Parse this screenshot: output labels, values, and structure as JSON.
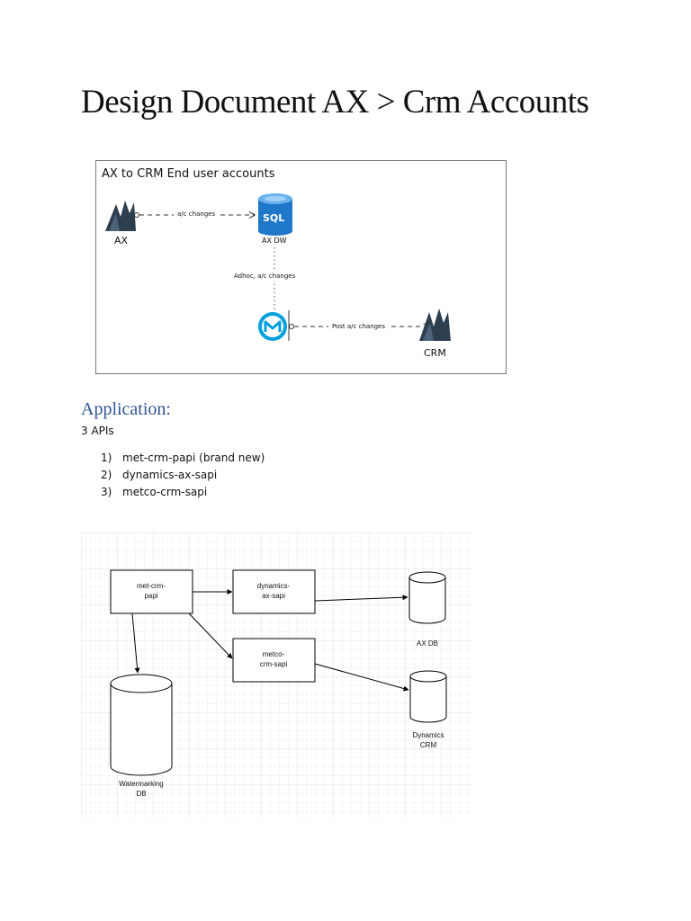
{
  "document": {
    "title": "Design Document AX > Crm Accounts"
  },
  "figure1": {
    "heading": "AX to CRM End user accounts",
    "nodes": {
      "ax_label": "AX",
      "sql_badge": "SQL",
      "axdw_label": "AX DW",
      "crm_label": "CRM"
    },
    "edges": {
      "ax_to_axdw": "a/c changes",
      "axdw_to_mule": "Adhoc, a/c changes",
      "mule_to_crm": "Post a/c changes"
    }
  },
  "application": {
    "heading": "Application:",
    "summary": "3 APIs",
    "apis": [
      {
        "number": "1)",
        "text": "met-crm-papi (brand new)"
      },
      {
        "number": "2)",
        "text": "dynamics-ax-sapi"
      },
      {
        "number": "3)",
        "text": "metco-crm-sapi"
      }
    ]
  },
  "figure2": {
    "boxes": {
      "papi": [
        "met-crm-",
        "papi"
      ],
      "ax_sapi": [
        "dynamics-",
        "ax-sapi"
      ],
      "crm_sapi": [
        "metco-",
        "crm-sapi"
      ]
    },
    "databases": {
      "ax_db": [
        "AX DB"
      ],
      "dynamics_crm": [
        "Dynamics",
        "CRM"
      ],
      "watermarking_db": [
        "Watermarking",
        "DB"
      ]
    }
  }
}
